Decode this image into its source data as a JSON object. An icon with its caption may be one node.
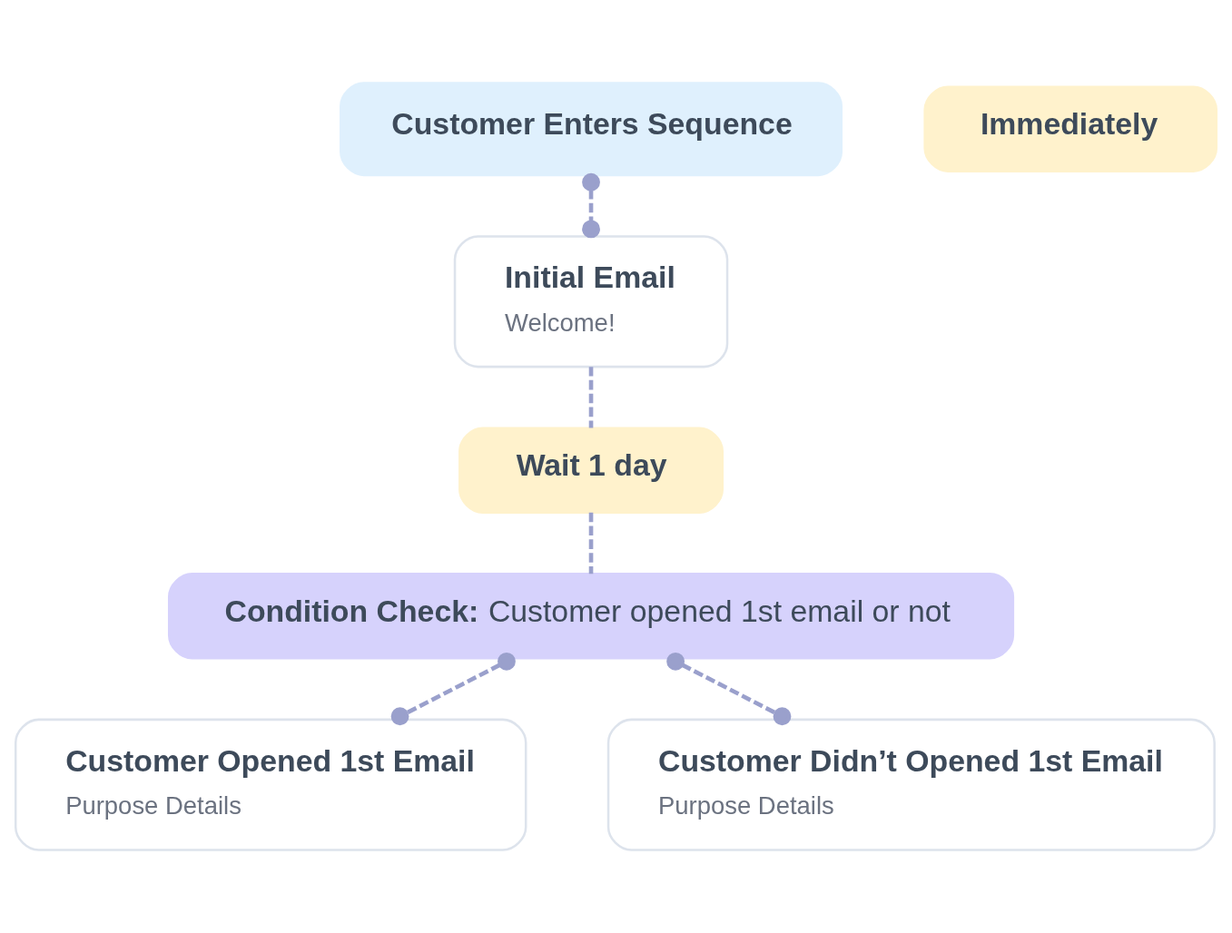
{
  "diagram": {
    "nodes": [
      {
        "text": [
          "Customer Enters Sequence"
        ]
      },
      {
        "text": [
          "Immediately"
        ]
      },
      {
        "text": [
          "Initial Email",
          "Welcome!"
        ]
      },
      {
        "text": [
          "Wait 1 day"
        ]
      },
      {
        "text": [
          "**Condition Check:** Customer opened 1st email or not"
        ]
      },
      {
        "text": [
          "Customer Opened 1st Email",
          "Purpose Details"
        ]
      },
      {
        "text": [
          "Customer Didn’t Opened 1st Email",
          "Purpose Details"
        ]
      }
    ],
    "edges": [
      {
        "from": 0,
        "to": 2,
        "arrow": "other",
        "style": "dashed"
      },
      {
        "from": 2,
        "to": 3,
        "arrow": "none",
        "style": "dashed"
      },
      {
        "from": 3,
        "to": 4,
        "arrow": "none",
        "style": "dashed"
      },
      {
        "from": 4,
        "to": 5,
        "arrow": "other",
        "style": "dashed"
      },
      {
        "from": 4,
        "to": 6,
        "arrow": "other",
        "style": "dashed"
      }
    ]
  }
}
